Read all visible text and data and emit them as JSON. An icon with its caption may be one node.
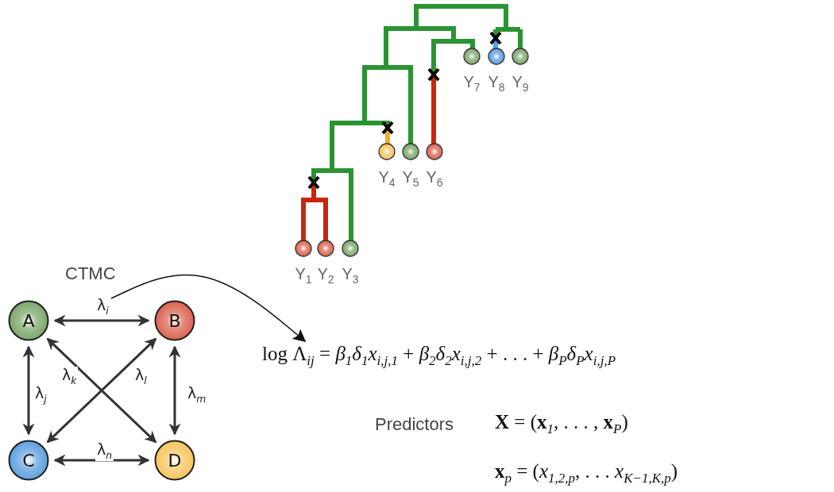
{
  "diagram": {
    "nodes": [
      {
        "text": [
          "Y$_{1}$"
        ]
      },
      {
        "text": [
          "Y$_{2}$"
        ]
      },
      {
        "text": [
          "Y$_{3}$"
        ]
      },
      {
        "text": [
          "Y$_{4}$"
        ]
      },
      {
        "text": [
          "Y$_{5}$"
        ]
      },
      {
        "text": [
          "Y$_{6}$"
        ]
      },
      {
        "text": [
          "Y$_{7}$"
        ]
      },
      {
        "text": [
          "Y$_{8}$"
        ]
      },
      {
        "text": [
          "Y$_{9}$"
        ]
      },
      {
        "text": [
          "A"
        ]
      },
      {
        "text": [
          "B"
        ]
      },
      {
        "text": [
          "C"
        ]
      },
      {
        "text": [
          "D"
        ]
      },
      {
        "text": [
          "log Λ$_{ij}$ = *β*$_{1}$*δ*$_{1}$*x*$_{i,j,1}$ + *β*$_{2}$*δ*$_{2}$*x*$_{i,j,2}$ + . . . + *β*$_{P}$*δ*$_{P}$*x*$_{i,j,P}$"
        ]
      }
    ],
    "edges": [
      {
        "from": 9,
        "to": 10,
        "arrow": "both",
        "label": "λ$_{i}$"
      },
      {
        "from": 9,
        "to": 11,
        "arrow": "both",
        "label": "λ$_{j}$"
      },
      {
        "from": 9,
        "to": 12,
        "arrow": "both",
        "label": "λ$_{k}$"
      },
      {
        "from": 10,
        "to": 11,
        "arrow": "both",
        "label": "λ$_{l}$"
      },
      {
        "from": 10,
        "to": 12,
        "arrow": "both",
        "label": "λ$_{m}$"
      },
      {
        "from": 11,
        "to": 12,
        "arrow": "both",
        "label": "λ$_{n}$"
      },
      {
        "from": null,
        "to": 13,
        "arrow": "to"
      }
    ],
    "labels": [
      "CTMC",
      "Predictors",
      "**X** = (**x**$_{1}$, . . . , **x**$_{P}$)",
      "**x**$_{p}$ = (*x*$_{1,2,p}$, . . . *x*$_{K−1,K,p}$)"
    ]
  }
}
